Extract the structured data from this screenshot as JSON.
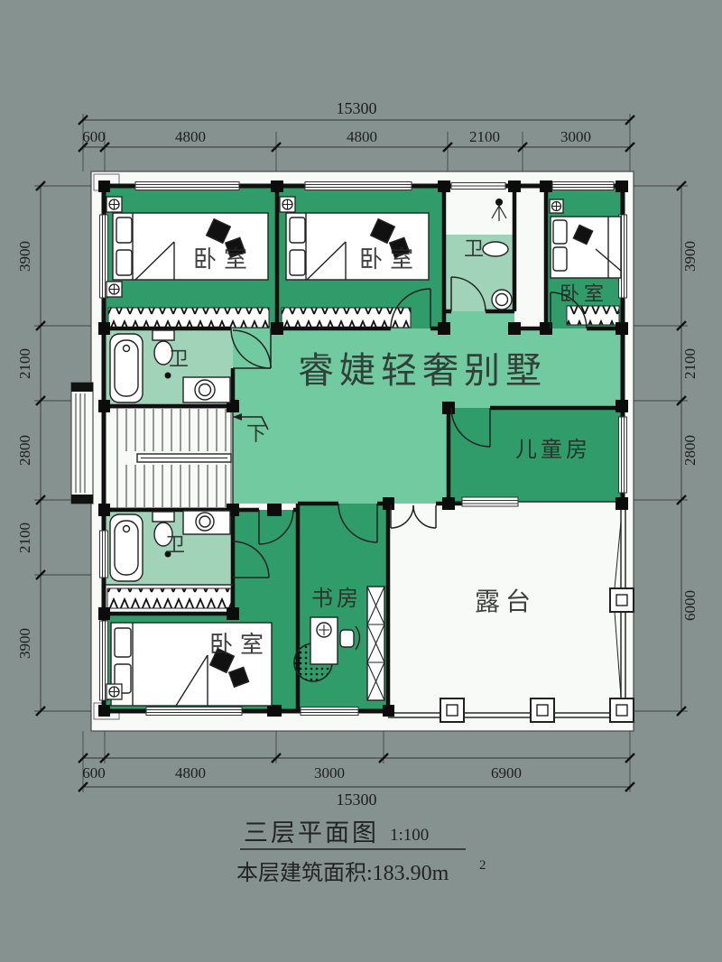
{
  "watermark": "睿婕轻奢别墅",
  "rooms": {
    "bedroom_top_left": "卧室",
    "bedroom_top_middle": "卧室",
    "bath_top": "卫",
    "bedroom_top_right": "卧室",
    "bath_middle": "卫",
    "stairs_down": "下",
    "kids_room": "儿童房",
    "bath_lower": "卫",
    "study": "书房",
    "bedroom_bottom": "卧室",
    "terrace": "露台"
  },
  "dimensions": {
    "top_total": "15300",
    "top": [
      "600",
      "4800",
      "4800",
      "2100",
      "3000"
    ],
    "bottom": [
      "600",
      "4800",
      "3000",
      "6900"
    ],
    "bottom_total": "15300",
    "left": [
      "3900",
      "2100",
      "2800",
      "2100",
      "3900"
    ],
    "right": [
      "3900",
      "2100",
      "2800",
      "6000"
    ]
  },
  "titleblock": {
    "title": "三层平面图",
    "scale": "1:100",
    "area_label": "本层建筑面积:183.90m",
    "area_superscript": "2"
  },
  "colors": {
    "background": "#85928F",
    "paper": "#F8FAF8",
    "room_green": "#2F9C69",
    "hall_green": "#72CBA0",
    "bath_green": "#A0D3B8",
    "wall": "#111111",
    "watermark": "#DFF3E7"
  }
}
